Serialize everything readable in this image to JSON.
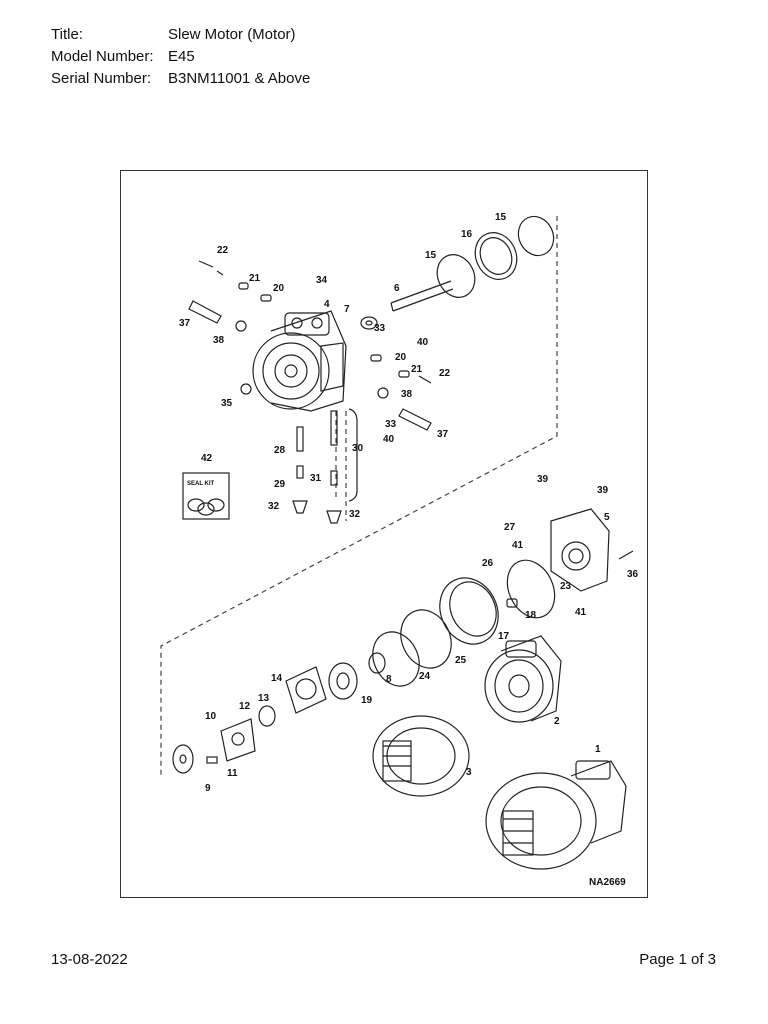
{
  "header": {
    "title_label": "Title:",
    "title_value": "Slew Motor (Motor)",
    "model_label": "Model Number:",
    "model_value": "E45",
    "serial_label": "Serial Number:",
    "serial_value": "B3NM11001 & Above"
  },
  "diagram": {
    "code": "NA2669",
    "seal_kit_text": "SEAL KIT",
    "callouts": [
      "1",
      "2",
      "3",
      "4",
      "5",
      "6",
      "7",
      "8",
      "9",
      "10",
      "11",
      "12",
      "13",
      "14",
      "15",
      "15",
      "16",
      "17",
      "18",
      "19",
      "20",
      "20",
      "21",
      "21",
      "22",
      "22",
      "23",
      "24",
      "25",
      "26",
      "27",
      "28",
      "29",
      "30",
      "31",
      "32",
      "32",
      "33",
      "33",
      "34",
      "35",
      "36",
      "37",
      "37",
      "38",
      "38",
      "39",
      "39",
      "40",
      "40",
      "41",
      "41",
      "42"
    ]
  },
  "footer": {
    "date": "13-08-2022",
    "page": "Page 1 of 3"
  }
}
